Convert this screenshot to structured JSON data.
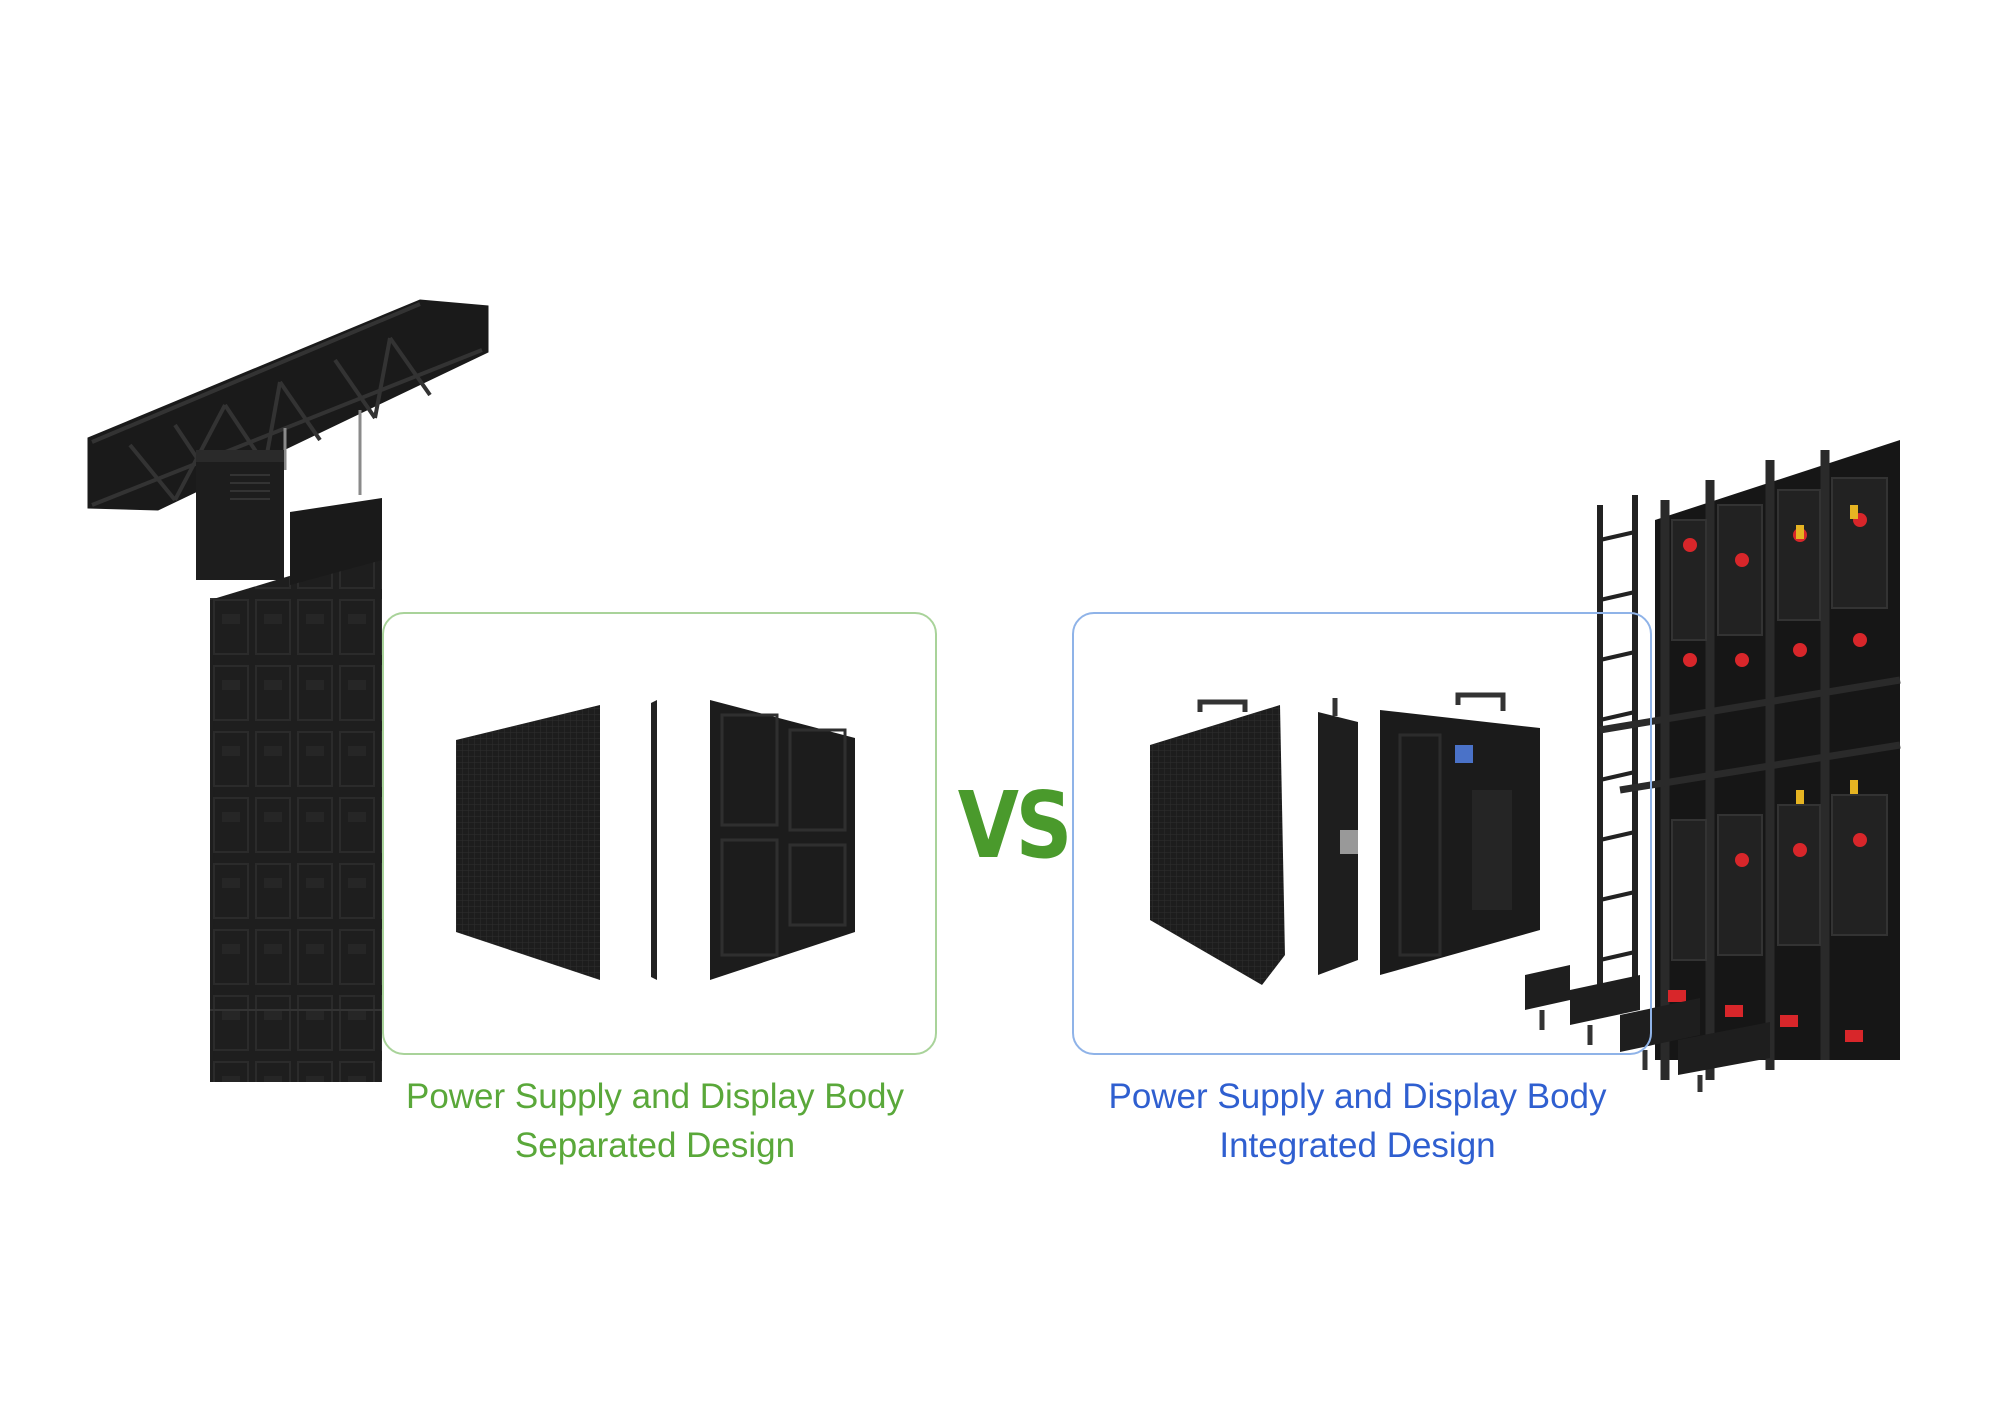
{
  "colors": {
    "separated_accent": "#5aa83a",
    "integrated_accent": "#2f5fd0",
    "vs_color": "#4a9a2c",
    "left_frame": "#a9d39a",
    "right_frame": "#8fb3e8",
    "hardware_dark": "#1c1c1c",
    "hardware_red_accent": "#d8262a",
    "hardware_yellow_accent": "#e6b422"
  },
  "left": {
    "caption_line1": "Power Supply and Display Body",
    "caption_line2": "Separated Design"
  },
  "vs_label": "VS",
  "right": {
    "caption_line1": "Power Supply and Display Body",
    "caption_line2": "Integrated Design"
  },
  "icons": {
    "truss_hung_screen": "truss-hung-led-screen-icon",
    "separated_panel": "led-panel-exploded-icon",
    "integrated_cabinet": "led-cabinet-exploded-icon",
    "ground_stack": "ground-stacked-led-wall-icon"
  }
}
